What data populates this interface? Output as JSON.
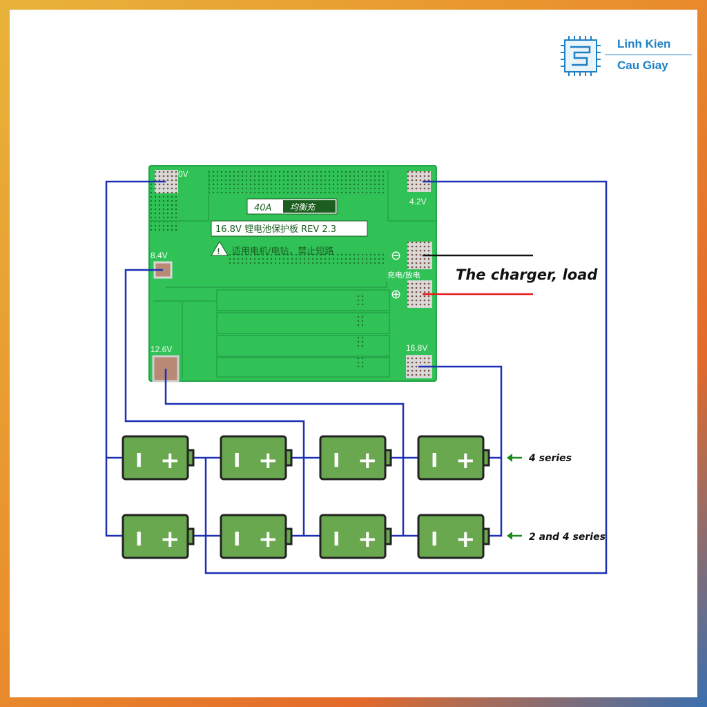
{
  "brand": {
    "line1": "Linh Kien",
    "line2": "Cau Giay"
  },
  "pcb": {
    "badge": "40A",
    "badge_cn": "均衡充",
    "title": "16.8V 锂电池保护板 REV 2.3",
    "warning": "适用电机/电钻，禁止短路",
    "charge_label": "充电/放电",
    "pads": [
      "0V",
      "4.2V",
      "8.4V",
      "12.6V",
      "16.8V"
    ],
    "minus_symbol": "⊖",
    "plus_symbol": "⊕"
  },
  "callouts": {
    "charger_load": "The charger, load",
    "four_series": "4 series",
    "two_and_four_series": "2 and 4 series"
  },
  "battery": {
    "minus": "I",
    "plus": "+"
  },
  "colors": {
    "wire_blue": "#1c2fb5",
    "wire_red": "#e8181a",
    "wire_black": "#111111",
    "arrow_green": "#1a8a1a",
    "battery_fill": "#69a84f",
    "battery_outline": "#222222",
    "pcb_green": "#2fbf55"
  }
}
